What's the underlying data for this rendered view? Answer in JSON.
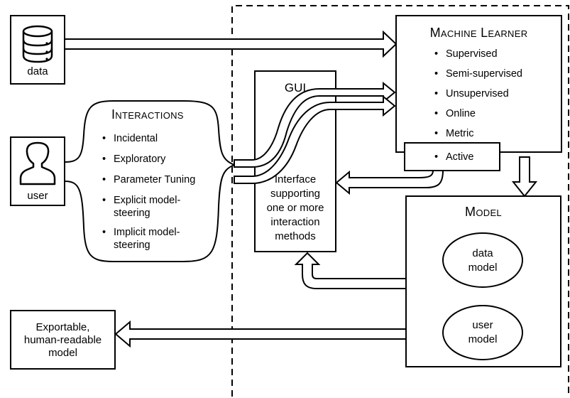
{
  "data_box": {
    "label": "data",
    "icon": "database-icon"
  },
  "user_box": {
    "label": "user",
    "icon": "user-icon"
  },
  "interactions": {
    "title": "Interactions",
    "items": [
      "Incidental",
      "Exploratory",
      "Parameter Tuning",
      "Explicit model-steering",
      "Implicit model-steering"
    ]
  },
  "gui": {
    "title": "GUI",
    "description": [
      "Interface",
      "supporting",
      "one or more",
      "interaction",
      "methods"
    ]
  },
  "machine_learner": {
    "title": "Machine Learner",
    "items": [
      "Supervised",
      "Semi-supervised",
      "Unsupervised",
      "Online",
      "Metric"
    ],
    "active": "Active"
  },
  "model": {
    "title": "Model",
    "data_model": [
      "data",
      "model"
    ],
    "user_model": [
      "user",
      "model"
    ]
  },
  "export_box": {
    "lines": [
      "Exportable,",
      "human-readable",
      "model"
    ]
  }
}
